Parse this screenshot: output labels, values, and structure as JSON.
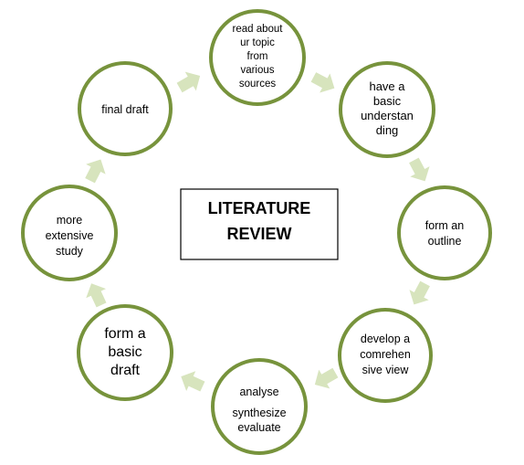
{
  "center": {
    "lines": [
      "LITERATURE",
      "REVIEW"
    ]
  },
  "nodes": [
    {
      "id": "read",
      "lines": [
        "read about",
        "ur topic",
        "from",
        "various",
        "sources"
      ]
    },
    {
      "id": "understand",
      "lines": [
        "have a",
        "basic",
        "understan",
        "ding"
      ]
    },
    {
      "id": "outline",
      "lines": [
        "form an",
        "outline"
      ]
    },
    {
      "id": "comprehensive",
      "lines": [
        "develop a",
        "comrehen",
        "sive view"
      ]
    },
    {
      "id": "analyse",
      "lines": [
        "analyse",
        "synthesize",
        "evaluate"
      ]
    },
    {
      "id": "draft",
      "lines": [
        "form a",
        "basic",
        "draft"
      ]
    },
    {
      "id": "study",
      "lines": [
        "more",
        "extensive",
        "study"
      ]
    },
    {
      "id": "final",
      "lines": [
        "final draft"
      ]
    }
  ],
  "colors": {
    "circle_stroke": "#77933c",
    "circle_fill": "#ffffff",
    "arrow_fill": "#d7e4bd",
    "box_stroke": "#000000",
    "text": "#000000"
  }
}
